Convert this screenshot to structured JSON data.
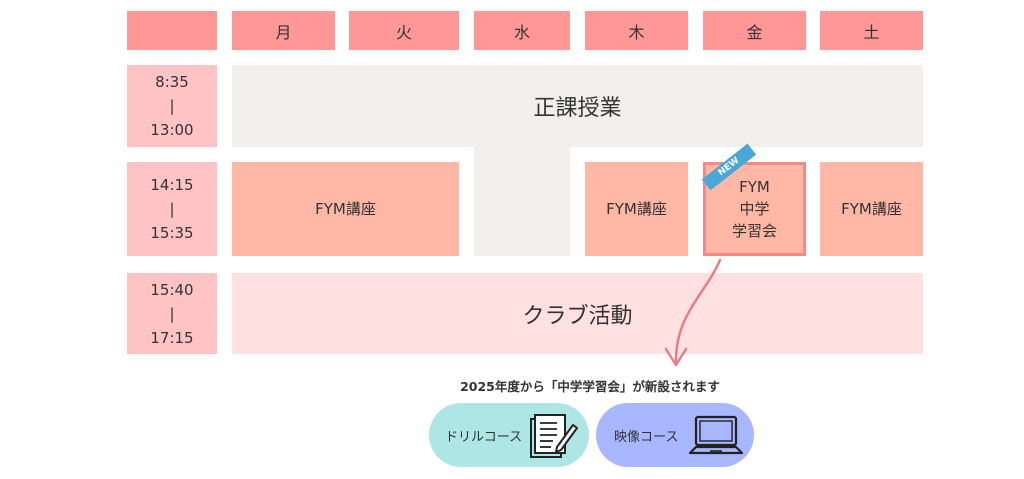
{
  "days": [
    "月",
    "火",
    "水",
    "木",
    "金",
    "土"
  ],
  "periods": [
    {
      "start": "8:35",
      "sep": "|",
      "end": "13:00"
    },
    {
      "start": "14:15",
      "sep": "|",
      "end": "15:35"
    },
    {
      "start": "15:40",
      "sep": "|",
      "end": "17:15"
    }
  ],
  "regular": "正課授業",
  "fym_label": "FYM講座",
  "fym_new": {
    "line1": "FYM",
    "line2": "中学",
    "line3": "学習会"
  },
  "new_badge": "NEW",
  "club": "クラブ活動",
  "notice": "2025年度から「中学学習会」が新設されます",
  "courses": {
    "drill": "ドリルコース",
    "video": "映像コース"
  },
  "colors": {
    "header": "#ff9797",
    "time": "#ffc3c5",
    "regular": "#f1f0ec",
    "fym": "#ffb8a6",
    "club": "#ffe1e1",
    "drill": "#aee6e5",
    "video": "#a8b7ff"
  }
}
